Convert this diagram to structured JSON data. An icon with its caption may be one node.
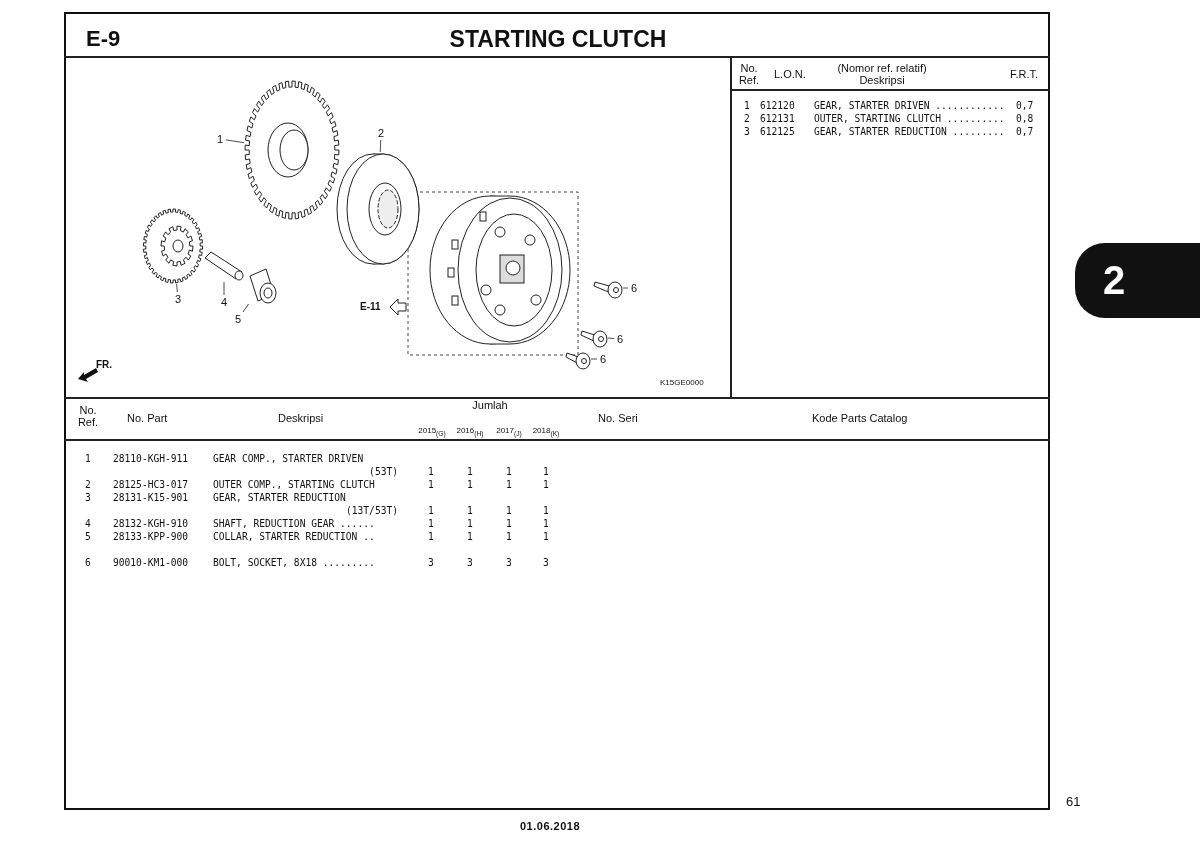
{
  "diagram": {
    "title": "STARTING CLUTCH",
    "nodes": [
      {
        "text": [
          "1"
        ]
      },
      {
        "text": [],
        "shape": "picture"
      },
      {
        "text": [
          "2"
        ]
      },
      {
        "text": [],
        "shape": "picture"
      },
      {
        "text": [
          "3"
        ]
      },
      {
        "text": [],
        "shape": "picture"
      },
      {
        "text": [
          "4"
        ]
      },
      {
        "text": [],
        "shape": "picture"
      },
      {
        "text": [
          "5"
        ]
      },
      {
        "text": [],
        "shape": "picture"
      },
      {
        "text": [],
        "shape": "picture"
      },
      {
        "text": [
          "6"
        ]
      },
      {
        "text": [],
        "shape": "picture"
      },
      {
        "text": [
          "6"
        ]
      },
      {
        "text": [],
        "shape": "picture"
      },
      {
        "text": [
          "6"
        ]
      }
    ],
    "edges": [
      {
        "from": 0,
        "to": 1,
        "arrow": "none"
      },
      {
        "from": 2,
        "to": 3,
        "arrow": "none"
      },
      {
        "from": 4,
        "to": 5,
        "arrow": "none"
      },
      {
        "from": 6,
        "to": 7,
        "arrow": "none"
      },
      {
        "from": 8,
        "to": 9,
        "arrow": "none"
      },
      {
        "from": 11,
        "to": 10,
        "arrow": "none"
      },
      {
        "from": 13,
        "to": 12,
        "arrow": "none"
      },
      {
        "from": 15,
        "to": 14,
        "arrow": "none"
      }
    ],
    "labels": [
      "E-9",
      "E-11",
      "FR.",
      "K15GE0000",
      "No. Ref.",
      "L.O.N.",
      "(Nomor ref. relatif) Deskripsi",
      "F.R.T.",
      "1",
      "612120",
      "GEAR, STARTER DRIVEN ............",
      "0,7",
      "2",
      "612131",
      "OUTER, STARTING CLUTCH ..........",
      "0,8",
      "3",
      "612125",
      "GEAR, STARTER REDUCTION .........",
      "0,7",
      "2",
      "No. Ref.",
      "No. Part",
      "Deskripsi",
      "Jumlah",
      "2015$_{(G)}$",
      "2016$_{(H)}$",
      "2017$_{(J)}$",
      "2018$_{(K)}$",
      "No. Seri",
      "Kode Parts Catalog",
      "1",
      "28110-KGH-911",
      "GEAR COMP., STARTER DRIVEN",
      "(53T)",
      "1",
      "1",
      "1",
      "1",
      "2",
      "28125-HC3-017",
      "OUTER COMP., STARTING CLUTCH",
      "1",
      "1",
      "1",
      "1",
      "3",
      "28131-K15-901",
      "GEAR, STARTER REDUCTION",
      "(13T/53T)",
      "1",
      "1",
      "1",
      "1",
      "4",
      "28132-KGH-910",
      "SHAFT, REDUCTION GEAR ......",
      "1",
      "1",
      "1",
      "1",
      "5",
      "28133-KPP-900",
      "COLLAR, STARTER REDUCTION ..",
      "1",
      "1",
      "1",
      "1",
      "6",
      "90010-KM1-000",
      "BOLT, SOCKET, 8X18 .........",
      "3",
      "3",
      "3",
      "3",
      "61",
      "01.06.2018"
    ]
  }
}
